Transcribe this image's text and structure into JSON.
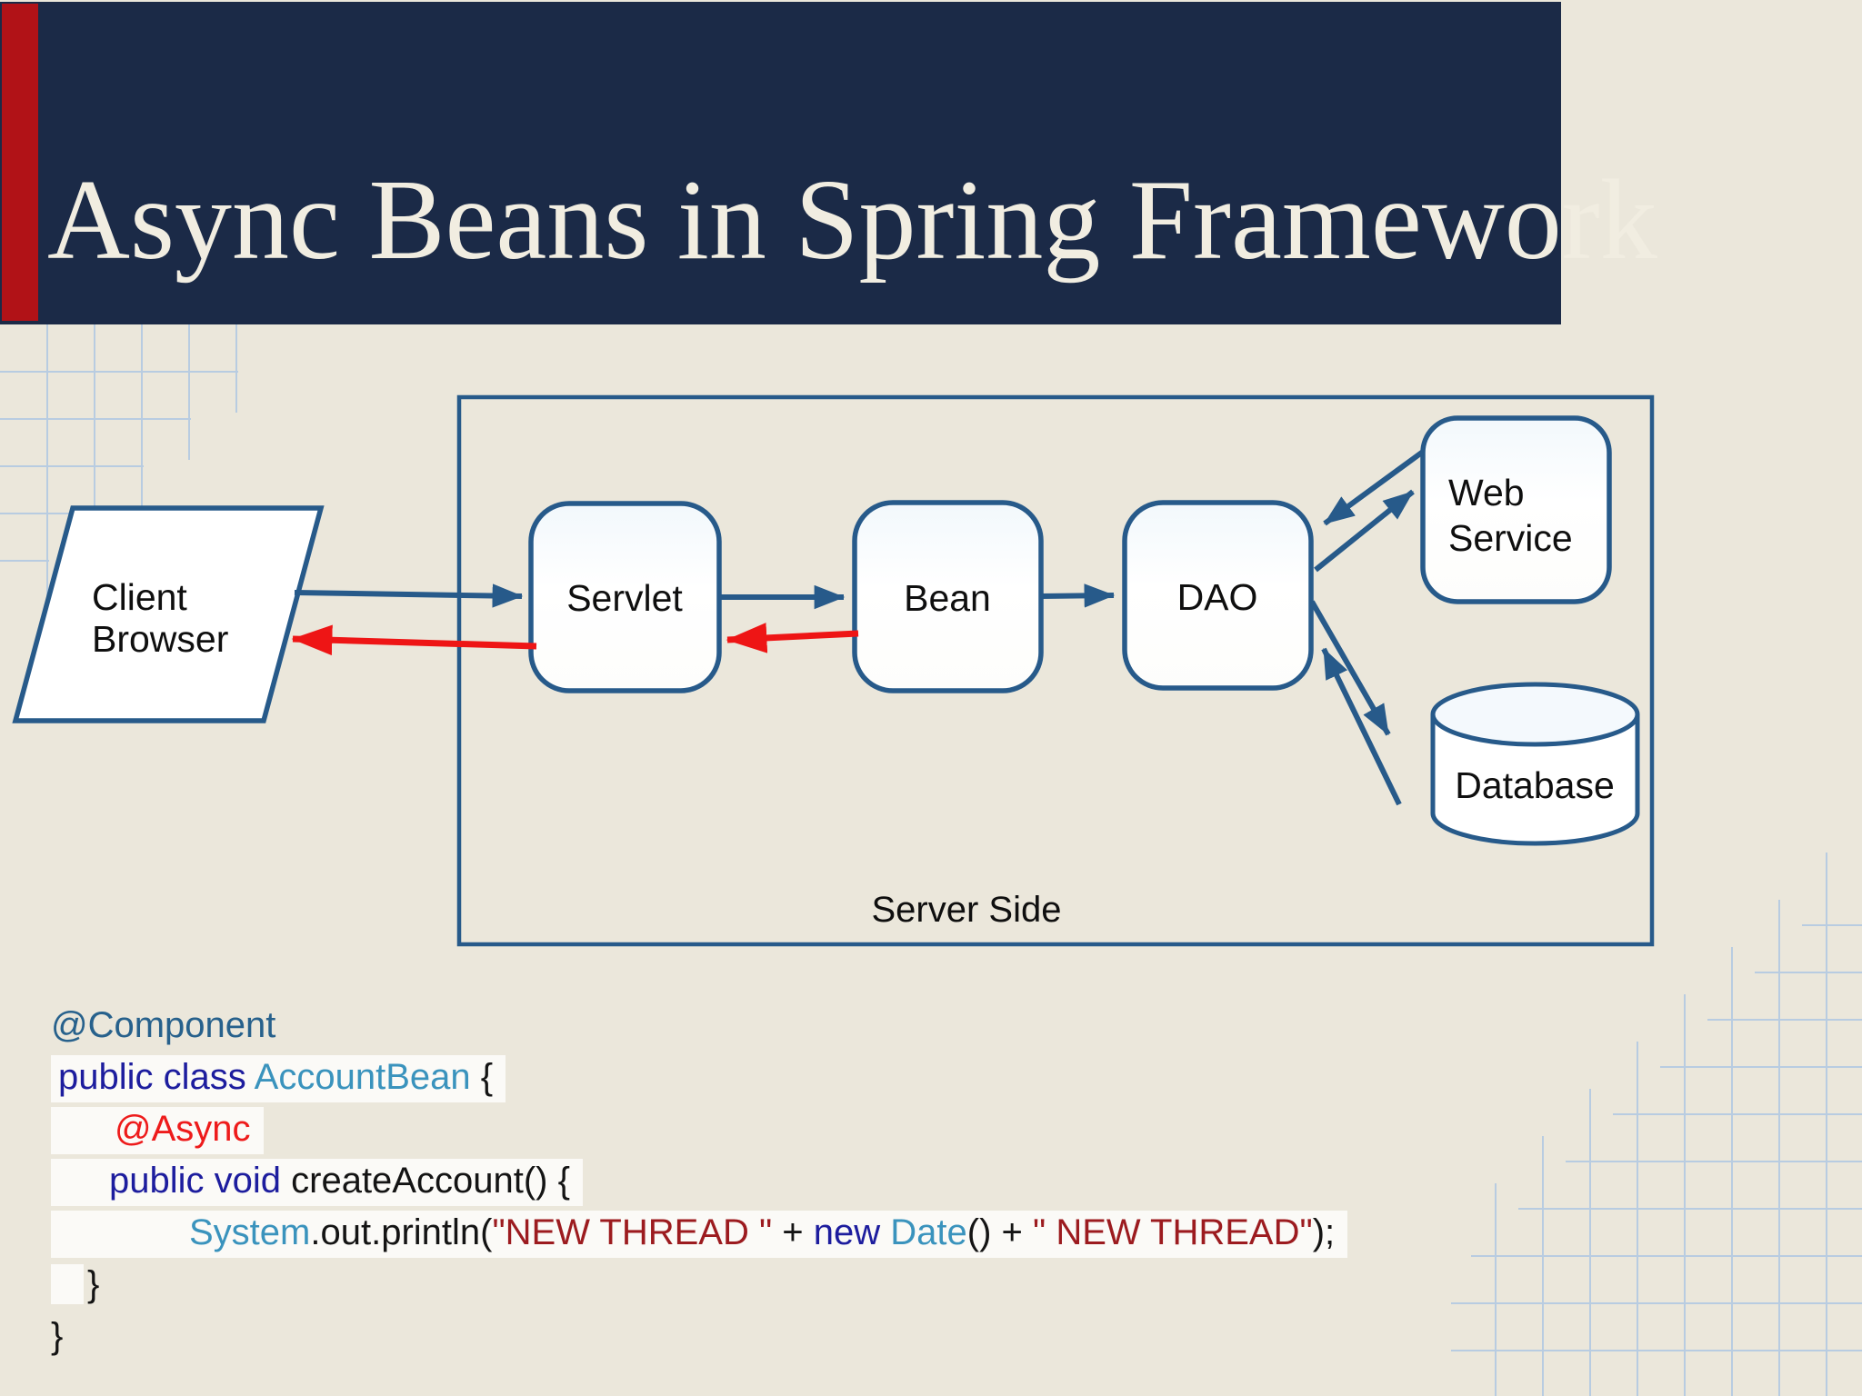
{
  "slide": {
    "title": "Async Beans in Spring Framework"
  },
  "colors": {
    "header_navy": "#1b2a47",
    "accent_red_bar": "#b11217",
    "title_cream": "#f1ede1",
    "background_beige": "#ebe7db",
    "diagram_blue": "#275a8a",
    "arrow_red": "#ee1515",
    "grid_light_blue": "#b8cce1",
    "code_annotation_blue": "#27618c",
    "code_keyword_blue": "#1d1d9e",
    "code_type_teal": "#3a93bd",
    "code_async_red": "#ee1b1b",
    "code_string_darkred": "#9c1b1f"
  },
  "diagram": {
    "server_side_label": "Server Side",
    "nodes": {
      "client_browser": {
        "lines": [
          "Client",
          "Browser"
        ]
      },
      "servlet": {
        "label": "Servlet"
      },
      "bean": {
        "label": "Bean"
      },
      "dao": {
        "label": "DAO"
      },
      "web_service": {
        "lines": [
          "Web",
          "Service"
        ]
      },
      "database": {
        "label": "Database"
      }
    },
    "arrows": {
      "blue": [
        "client-to-servlet",
        "servlet-to-bean",
        "bean-to-dao",
        "webservice-to-dao",
        "dao-to-webservice",
        "dao-to-database",
        "database-to-dao"
      ],
      "red": [
        "servlet-to-client-return",
        "bean-to-servlet-return"
      ]
    }
  },
  "code": {
    "lines": [
      {
        "pad": 0,
        "hl": "none",
        "segs": [
          {
            "t": "@Component",
            "c": "annot"
          }
        ]
      },
      {
        "pad": 8,
        "hl": "full",
        "segs": [
          {
            "t": "public class ",
            "c": "kw"
          },
          {
            "t": "AccountBean",
            "c": "type"
          },
          {
            "t": " {",
            "c": "plain"
          }
        ]
      },
      {
        "pad": 70,
        "hl": "full",
        "segs": [
          {
            "t": "@Async",
            "c": "async"
          }
        ]
      },
      {
        "pad": 64,
        "hl": "full",
        "segs": [
          {
            "t": "public void ",
            "c": "kw"
          },
          {
            "t": "createAccount() {",
            "c": "plain"
          }
        ]
      },
      {
        "pad": 152,
        "hl": "full",
        "segs": [
          {
            "t": "System",
            "c": "type"
          },
          {
            "t": ".out.println(",
            "c": "plain"
          },
          {
            "t": "\"NEW THREAD \"",
            "c": "str"
          },
          {
            "t": " + ",
            "c": "plain"
          },
          {
            "t": "new",
            "c": "kw"
          },
          {
            "t": " ",
            "c": "plain"
          },
          {
            "t": "Date",
            "c": "type"
          },
          {
            "t": "() + ",
            "c": "plain"
          },
          {
            "t": "\" NEW THREAD\"",
            "c": "str"
          },
          {
            "t": ");",
            "c": "plain"
          }
        ]
      },
      {
        "pad": 36,
        "hl": "indent",
        "segs": [
          {
            "t": "}",
            "c": "plain"
          }
        ]
      },
      {
        "pad": 0,
        "hl": "none",
        "segs": [
          {
            "t": "}",
            "c": "plain"
          }
        ]
      }
    ]
  }
}
